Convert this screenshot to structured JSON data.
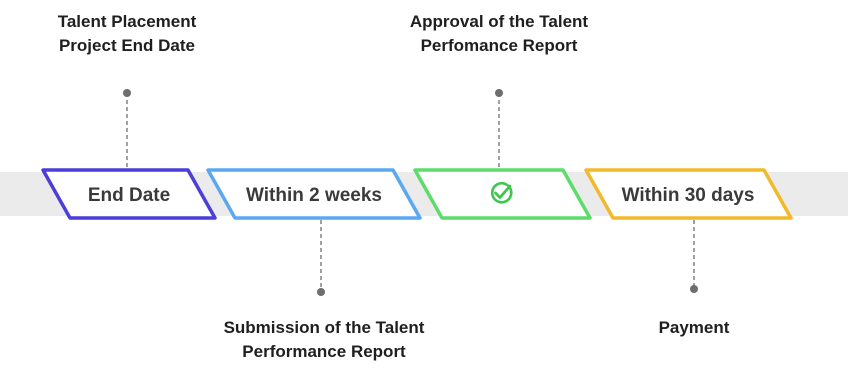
{
  "steps": [
    {
      "label": "End Date",
      "color": "#4B3FD8",
      "caption_position": "above",
      "caption_lines": [
        "Talent Placement",
        "Project End Date"
      ]
    },
    {
      "label": "Within 2 weeks",
      "color": "#5BA8F2",
      "caption_position": "below",
      "caption_lines": [
        "Submission of the Talent",
        "Performance Report"
      ]
    },
    {
      "label": "",
      "icon": "check-circle-icon",
      "color": "#5EDC6B",
      "caption_position": "above",
      "caption_lines": [
        "Approval of the Talent",
        "Perfomance Report"
      ]
    },
    {
      "label": "Within 30 days",
      "color": "#F2B92A",
      "caption_position": "below",
      "caption_lines": [
        "Payment"
      ]
    }
  ],
  "band_color": "#EBEBEB",
  "connector_color": "#6E6E6E"
}
